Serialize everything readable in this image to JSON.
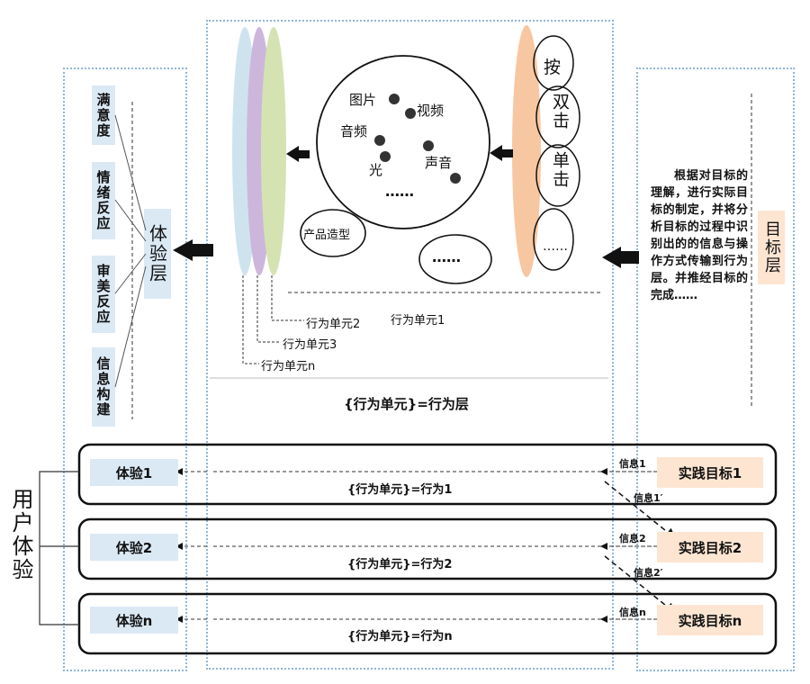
{
  "experience_layer": {
    "label": "体验层",
    "items": [
      "满意度",
      "情绪反应",
      "审美反应",
      "信息构建"
    ]
  },
  "goal_layer": {
    "label": "目标层",
    "description": "根据对目标的理解，进行实际目标的制定，并将分析目标的过程中识别出的的信息与操作方式传输到行为层。并推经目标的完成……"
  },
  "behavior_layer": {
    "media_items": [
      "图片",
      "视频",
      "音频",
      "光",
      "声音",
      "……"
    ],
    "product_shape": "产品造型",
    "extra_bubble": "……",
    "operations": [
      "按",
      "双击",
      "单击",
      "……"
    ],
    "units": [
      "行为单元1",
      "行为单元2",
      "行为单元3",
      "行为单元n"
    ],
    "formula": "{行为单元}=行为层"
  },
  "user_experience": {
    "label": "用户体验",
    "rows": [
      {
        "experience": "体验1",
        "formula": "{行为单元}=行为1",
        "info": "信息1",
        "info_prime": "信息1′",
        "goal": "实践目标1"
      },
      {
        "experience": "体验2",
        "formula": "{行为单元}=行为2",
        "info": "信息2",
        "info_prime": "信息2′",
        "goal": "实践目标2"
      },
      {
        "experience": "体验n",
        "formula": "{行为单元}=行为n",
        "info": "信息n",
        "info_prime": "",
        "goal": "实践目标n"
      }
    ]
  },
  "colors": {
    "panel_border": "#8fb6d9",
    "experience_box": "#dbe9f5",
    "goal_box": "#fde5d2",
    "ellipse_blue": "#cfe3ef",
    "ellipse_purple": "#cdb6dc",
    "ellipse_green": "#d5e3b3",
    "ellipse_orange": "#f7c7a1"
  }
}
